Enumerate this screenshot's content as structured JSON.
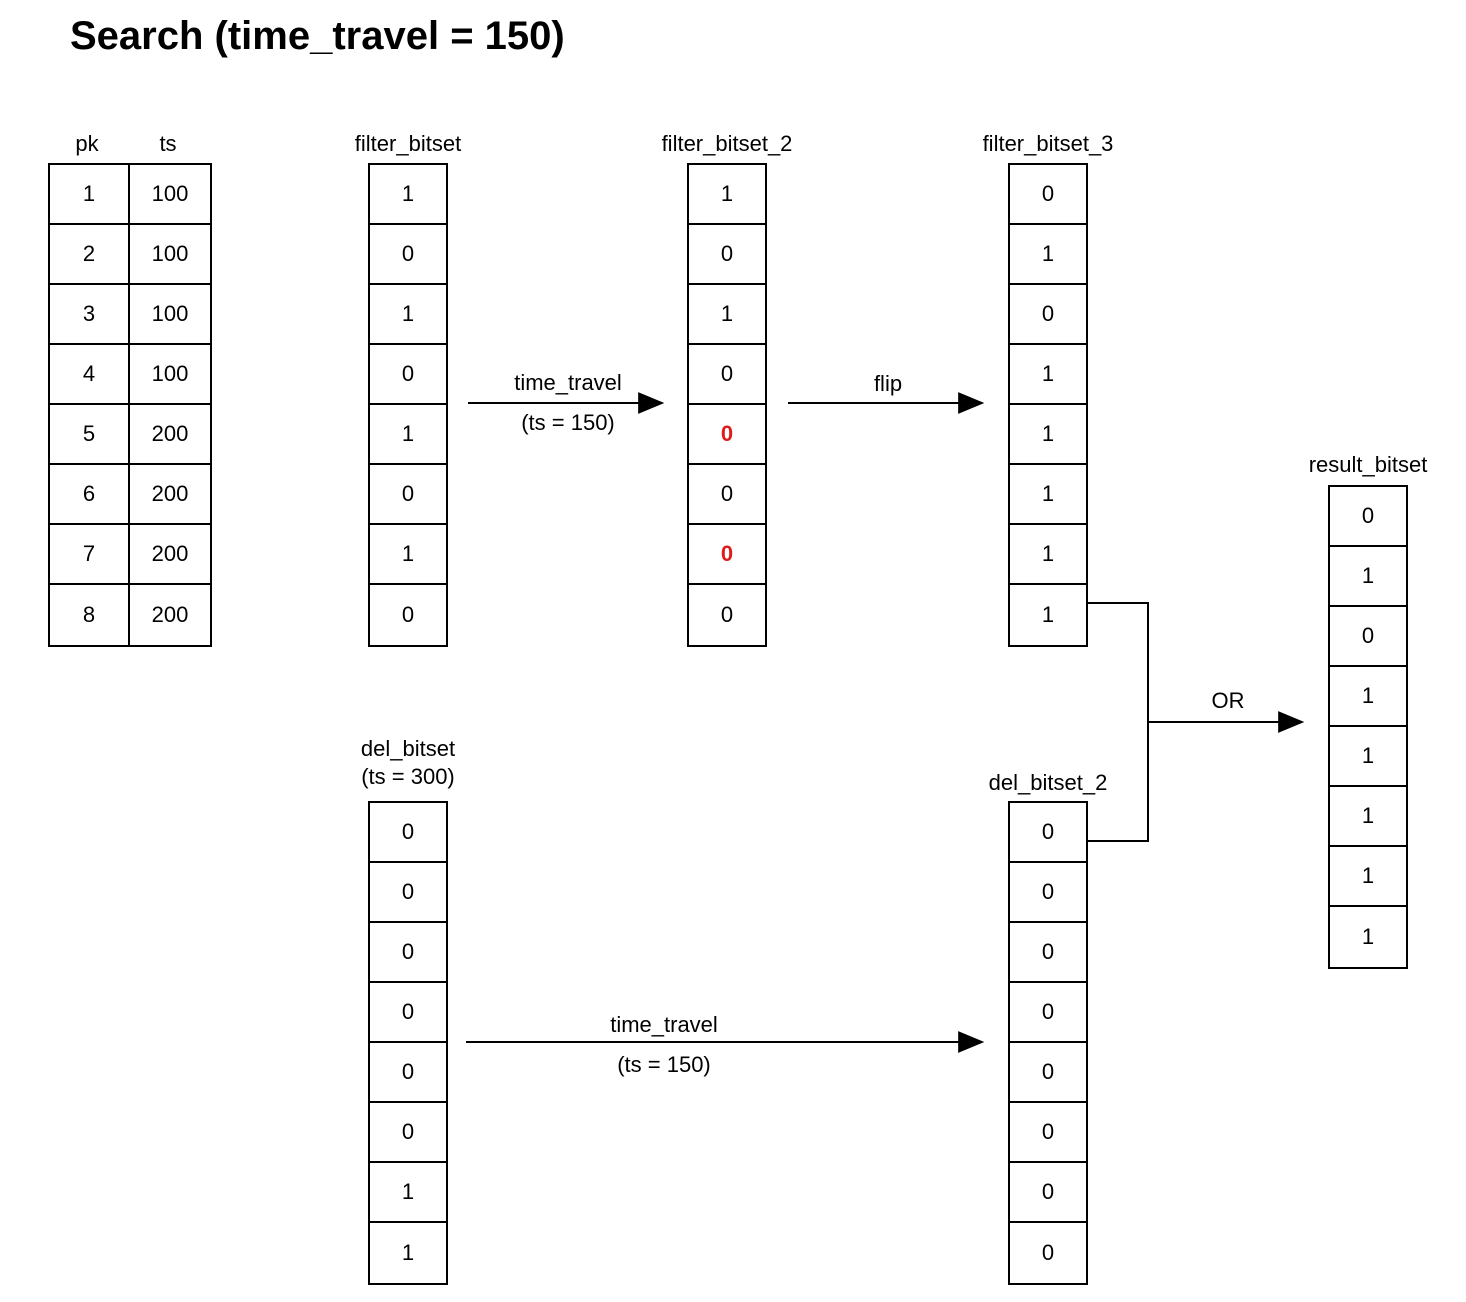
{
  "title": "Search (time_travel = 150)",
  "colors": {
    "highlight": "#e01b1b",
    "line": "#000000",
    "background": "#ffffff"
  },
  "pk_table": {
    "headers": {
      "pk": "pk",
      "ts": "ts"
    },
    "rows": [
      {
        "pk": "1",
        "ts": "100"
      },
      {
        "pk": "2",
        "ts": "100"
      },
      {
        "pk": "3",
        "ts": "100"
      },
      {
        "pk": "4",
        "ts": "100"
      },
      {
        "pk": "5",
        "ts": "200"
      },
      {
        "pk": "6",
        "ts": "200"
      },
      {
        "pk": "7",
        "ts": "200"
      },
      {
        "pk": "8",
        "ts": "200"
      }
    ]
  },
  "bitsets": {
    "filter_bitset": {
      "label": "filter_bitset",
      "values": [
        "1",
        "0",
        "1",
        "0",
        "1",
        "0",
        "1",
        "0"
      ],
      "highlights": []
    },
    "filter_bitset_2": {
      "label": "filter_bitset_2",
      "values": [
        "1",
        "0",
        "1",
        "0",
        "0",
        "0",
        "0",
        "0"
      ],
      "highlights": [
        4,
        6
      ]
    },
    "filter_bitset_3": {
      "label": "filter_bitset_3",
      "values": [
        "0",
        "1",
        "0",
        "1",
        "1",
        "1",
        "1",
        "1"
      ],
      "highlights": []
    },
    "del_bitset": {
      "label": "del_bitset",
      "sublabel": "(ts = 300)",
      "values": [
        "0",
        "0",
        "0",
        "0",
        "0",
        "0",
        "1",
        "1"
      ],
      "highlights": []
    },
    "del_bitset_2": {
      "label": "del_bitset_2",
      "values": [
        "0",
        "0",
        "0",
        "0",
        "0",
        "0",
        "0",
        "0"
      ],
      "highlights": []
    },
    "result_bitset": {
      "label": "result_bitset",
      "values": [
        "0",
        "1",
        "0",
        "1",
        "1",
        "1",
        "1",
        "1"
      ],
      "highlights": []
    }
  },
  "arrows": {
    "time_travel_top": {
      "label": "time_travel",
      "sublabel": "(ts = 150)"
    },
    "flip": {
      "label": "flip"
    },
    "time_travel_bottom": {
      "label": "time_travel",
      "sublabel": "(ts = 150)"
    },
    "or": {
      "label": "OR"
    }
  }
}
